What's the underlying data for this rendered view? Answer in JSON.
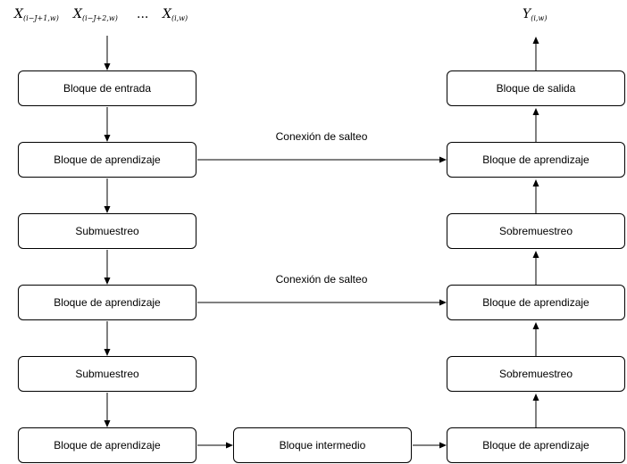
{
  "inputs": {
    "x1": {
      "base": "X",
      "sub": "(i−J+1,w)"
    },
    "x2": {
      "base": "X",
      "sub": "(i−J+2,w)"
    },
    "ellipsis": "...",
    "x3": {
      "base": "X",
      "sub": "(i,w)"
    }
  },
  "output": {
    "base": "Y",
    "sub": "(i,w)"
  },
  "encoder": [
    "Bloque de entrada",
    "Bloque de aprendizaje",
    "Submuestreo",
    "Bloque de aprendizaje",
    "Submuestreo",
    "Bloque de aprendizaje"
  ],
  "bottleneck": "Bloque intermedio",
  "decoder": [
    "Bloque de salida",
    "Bloque de aprendizaje",
    "Sobremuestreo",
    "Bloque de aprendizaje",
    "Sobremuestreo",
    "Bloque de aprendizaje"
  ],
  "skip_labels": [
    "Conexión de salteo",
    "Conexión de salteo"
  ]
}
